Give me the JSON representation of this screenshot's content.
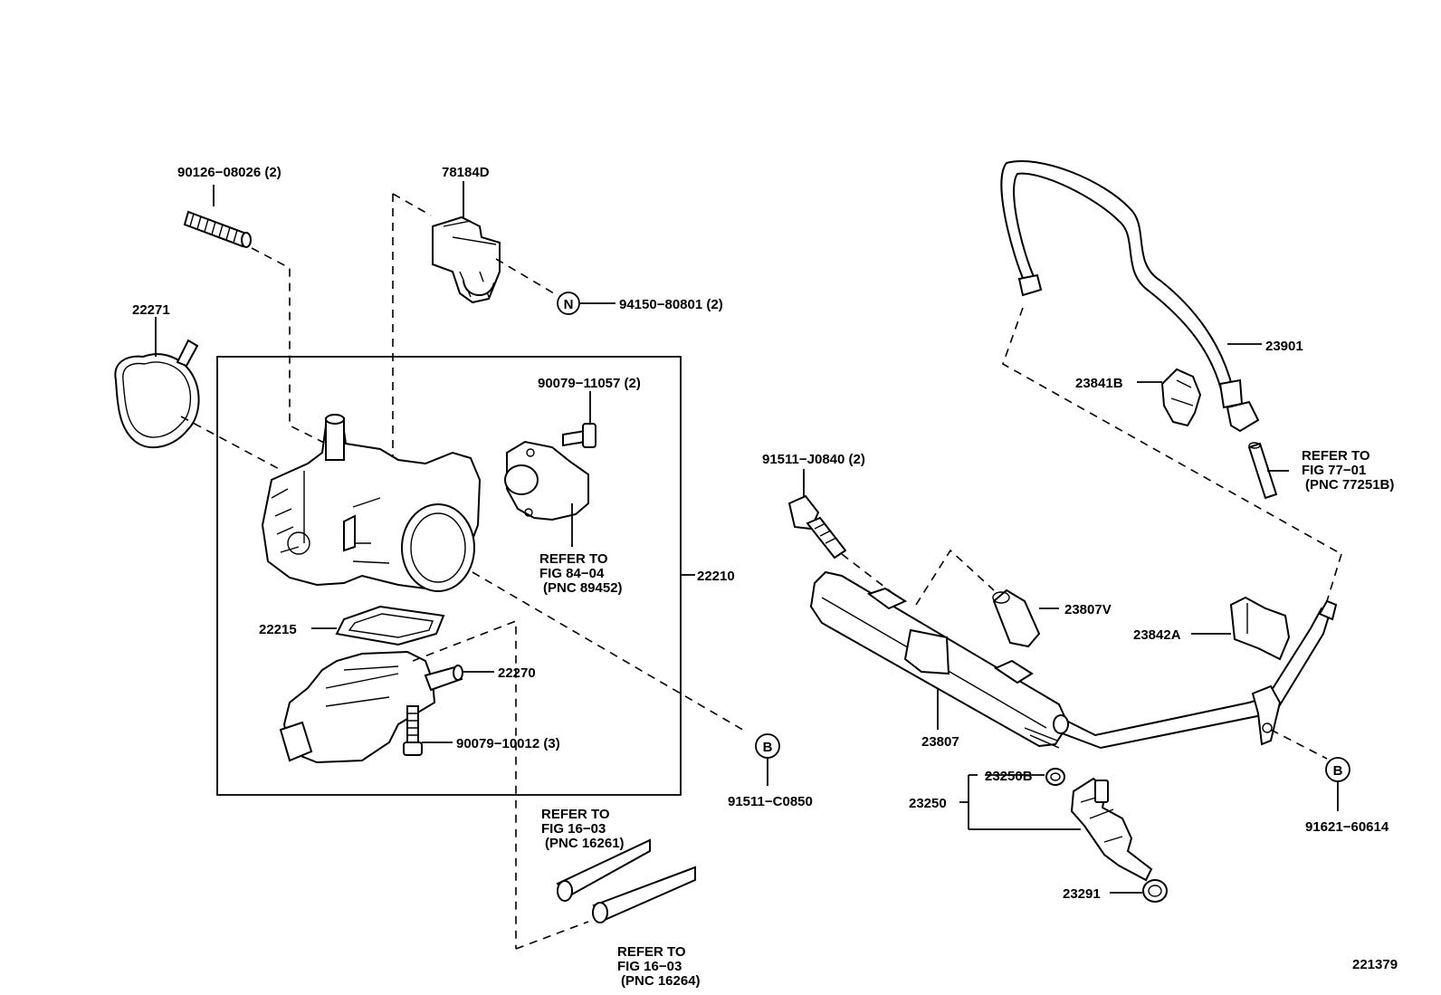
{
  "labels": {
    "p90126": "90126−08026 (2)",
    "p78184d": "78184D",
    "p94150": "94150−80801 (2)",
    "p22271": "22271",
    "p90079a": "90079−11057 (2)",
    "refer84_1": "REFER TO",
    "refer84_2": "FIG 84−04",
    "refer84_3": "(PNC 89452)",
    "p22210": "22210",
    "p22215": "22215",
    "p22270": "22270",
    "p90079b": "90079−10012 (3)",
    "p91511c": "91511−C0850",
    "refer16a_1": "REFER TO",
    "refer16a_2": "FIG 16−03",
    "refer16a_3": "(PNC 16261)",
    "refer16b_1": "REFER TO",
    "refer16b_2": "FIG 16−03",
    "refer16b_3": "(PNC 16264)",
    "p23901": "23901",
    "p23841b": "23841B",
    "refer77_1": "REFER TO",
    "refer77_2": "FIG 77−01",
    "refer77_3": "(PNC 77251B)",
    "p91511j": "91511−J0840 (2)",
    "p23807v": "23807V",
    "p23842a": "23842A",
    "p23807": "23807",
    "p23250b": "23250B",
    "p23250": "23250",
    "p23291": "23291",
    "p91621": "91621−60614",
    "diagramId": "221379"
  },
  "markers": {
    "n": "N",
    "b1": "B",
    "b2": "B"
  }
}
